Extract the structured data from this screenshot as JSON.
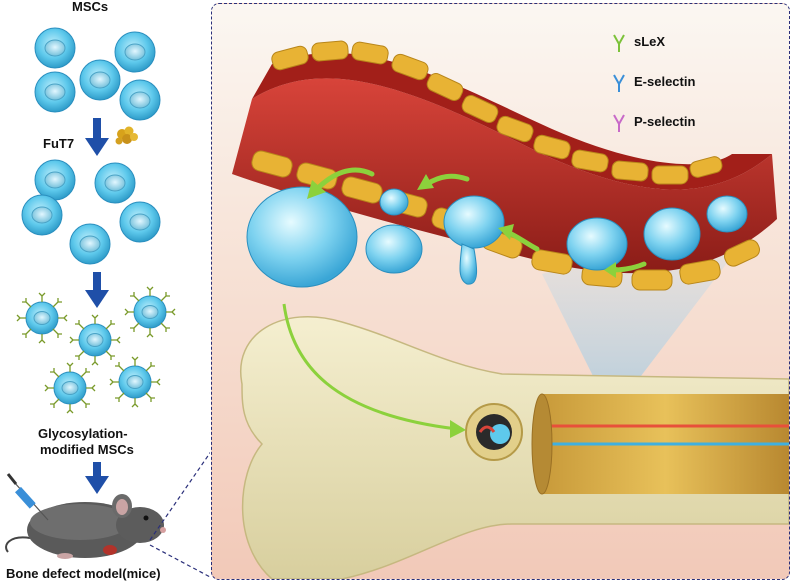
{
  "left": {
    "msc_title": "MSCs",
    "enzyme_label": "FuT7",
    "modified_label_line1": "Glycosylation-",
    "modified_label_line2": "modified MSCs",
    "model_label": "Bone defect model(mice)"
  },
  "legend": {
    "items": [
      {
        "label": "sLeX",
        "color": "#7cc23a"
      },
      {
        "label": "E-selectin",
        "color": "#3a8fd8"
      },
      {
        "label": "P-selectin",
        "color": "#c86ac8"
      }
    ]
  },
  "colors": {
    "cell": "#5ec9ec",
    "cell_dark": "#2e9cc9",
    "arrow_blue": "#1f4fa8",
    "arrow_green": "#8cd13c",
    "vessel": "#b3261e",
    "endothelium": "#e8b334",
    "bone": "#efe8c6",
    "panel_border": "#2a2f7a"
  }
}
